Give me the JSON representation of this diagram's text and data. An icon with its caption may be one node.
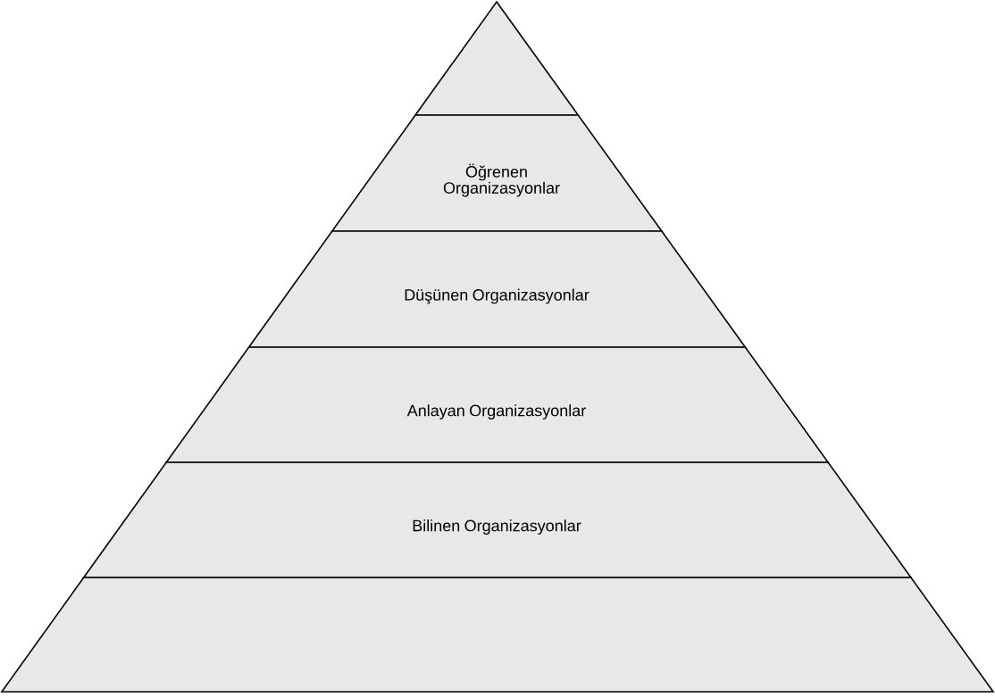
{
  "diagram": {
    "nodes": [
      {
        "text": [],
        "shape": "triangle"
      },
      {
        "text": [
          "Öğrenen Organizasyonlar"
        ]
      },
      {
        "text": [
          "Düşünen Organizasyonlar"
        ]
      },
      {
        "text": [
          "Anlayan Organizasyonlar"
        ]
      },
      {
        "text": [
          "Bilinen Organizasyonlar"
        ]
      },
      {
        "text": [],
        "shape": "band"
      }
    ]
  }
}
